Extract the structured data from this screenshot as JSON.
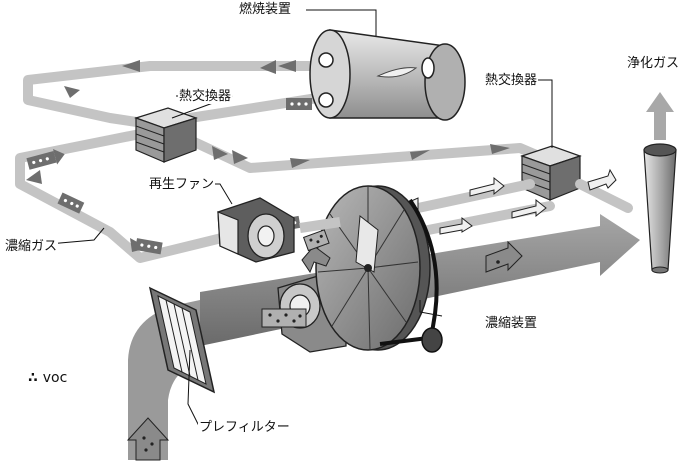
{
  "labels": {
    "combustion": "燃焼装置",
    "hx_left": "熱交換器",
    "hx_right": "熱交換器",
    "clean_gas": "浄化ガス",
    "regen_fan": "再生ファン",
    "concentrated_gas": "濃縮ガス",
    "concentrator": "濃縮装置",
    "prefilter": "プレフィルター"
  },
  "legend": {
    "symbol": "∴",
    "text": "voc"
  },
  "colors": {
    "duct_light": "#c4c4c4",
    "duct_dark": "#6e6e6e",
    "main_duct": "#8a8a8a",
    "main_duct_dark": "#5a5a5a",
    "arrow_fill": "#f0f0f0",
    "outline": "#222222"
  }
}
